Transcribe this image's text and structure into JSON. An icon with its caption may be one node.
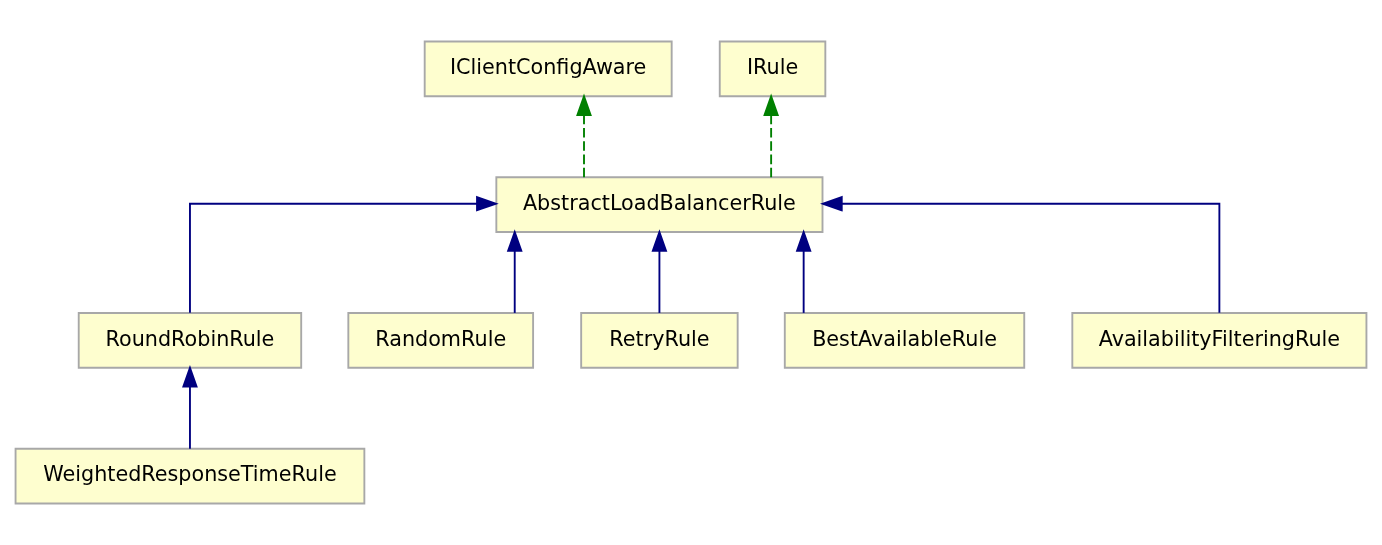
{
  "diagram": {
    "nodes": [
      {
        "text": [
          "IClientConfigAware"
        ]
      },
      {
        "text": [
          "IRule"
        ]
      },
      {
        "text": [
          "AbstractLoadBalancerRule"
        ]
      },
      {
        "text": [
          "RoundRobinRule"
        ]
      },
      {
        "text": [
          "RandomRule"
        ]
      },
      {
        "text": [
          "RetryRule"
        ]
      },
      {
        "text": [
          "BestAvailableRule"
        ]
      },
      {
        "text": [
          "AvailabilityFilteringRule"
        ]
      },
      {
        "text": [
          "WeightedResponseTimeRule"
        ]
      }
    ],
    "edges": [
      {
        "from": 2,
        "to": 0,
        "arrow": "to",
        "style": "dashed",
        "color": "#008000"
      },
      {
        "from": 2,
        "to": 1,
        "arrow": "to",
        "style": "dashed",
        "color": "#008000"
      },
      {
        "from": 3,
        "to": 2,
        "arrow": "to"
      },
      {
        "from": 4,
        "to": 2,
        "arrow": "to"
      },
      {
        "from": 5,
        "to": 2,
        "arrow": "to"
      },
      {
        "from": 6,
        "to": 2,
        "arrow": "to"
      },
      {
        "from": 7,
        "to": 2,
        "arrow": "to"
      },
      {
        "from": 8,
        "to": 3,
        "arrow": "to"
      }
    ]
  }
}
